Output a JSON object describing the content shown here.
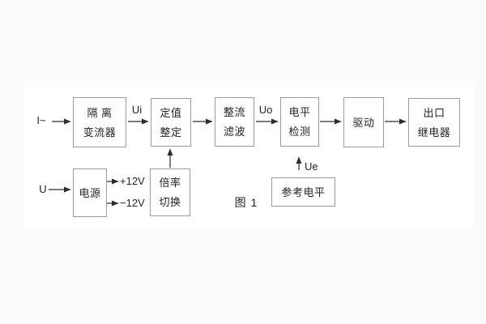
{
  "figure": {
    "caption": "图 1",
    "colors": {
      "background": "#fbfbfb",
      "panel": "#ffffff",
      "box_border": "#9b9b9b",
      "text": "#232323",
      "arrow": "#2d2d2d"
    }
  },
  "labels": {
    "input_current": "I~",
    "input_voltage": "U",
    "ui": "Ui",
    "uo": "Uo",
    "ue": "Ue",
    "plus12": "+12V",
    "minus12": "−12V"
  },
  "blocks": {
    "isolation_transformer": {
      "line1": "隔 离",
      "line2": "变流器"
    },
    "setting_adjust": {
      "line1": "定值",
      "line2": "整定"
    },
    "rectifier_filter": {
      "line1": "整流",
      "line2": "滤波"
    },
    "level_detect": {
      "line1": "电平",
      "line2": "检测"
    },
    "driver": {
      "line1": "驱动"
    },
    "output_relay": {
      "line1": "出口",
      "line2": "继电器"
    },
    "power_supply": {
      "line1": "电源"
    },
    "ratio_switch": {
      "line1": "倍率",
      "line2": "切换"
    },
    "reference_level": {
      "line1": "参考电平"
    }
  }
}
